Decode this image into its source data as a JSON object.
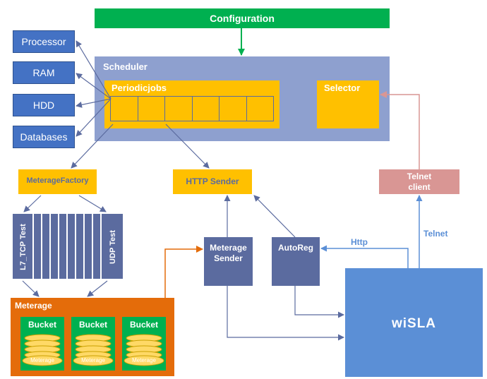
{
  "configuration": {
    "label": "Configuration"
  },
  "resources": {
    "processor": "Processor",
    "ram": "RAM",
    "hdd": "HDD",
    "databases": "Databases"
  },
  "scheduler": {
    "label": "Scheduler",
    "periodicjobs": "Periodicjobs",
    "selector": "Selector"
  },
  "meterage_factory": {
    "label": "MeterageFactory"
  },
  "http_sender": {
    "label": "HTTP Sender"
  },
  "telnet_client": {
    "line1": "Telnet",
    "line2": "client"
  },
  "tests": {
    "left": "L7_TCP Test",
    "right": "UDP Test"
  },
  "meterage_sender": {
    "line1": "Meterage",
    "line2": "Sender"
  },
  "autoreg": {
    "label": "AutoReg"
  },
  "edge_labels": {
    "http": "Http",
    "telnet": "Telnet"
  },
  "meterage": {
    "label": "Meterage",
    "buckets": [
      {
        "label": "Bucket",
        "disk_label": "Meterage"
      },
      {
        "label": "Bucket",
        "disk_label": "Meterage"
      },
      {
        "label": "Bucket",
        "disk_label": "Meterage"
      }
    ]
  },
  "wisla": {
    "label": "wiSLA"
  },
  "colors": {
    "config_green": "#00b050",
    "resource_blue": "#4472c4",
    "scheduler_blue": "#8ea0cf",
    "amber": "#ffc000",
    "slate": "#5b6b9f",
    "telnet_pink": "#d99694",
    "orange": "#e46c0a",
    "wisla_blue": "#5b8fd6",
    "bucket_green": "#00b050",
    "disk_yellow": "#ffd966"
  }
}
